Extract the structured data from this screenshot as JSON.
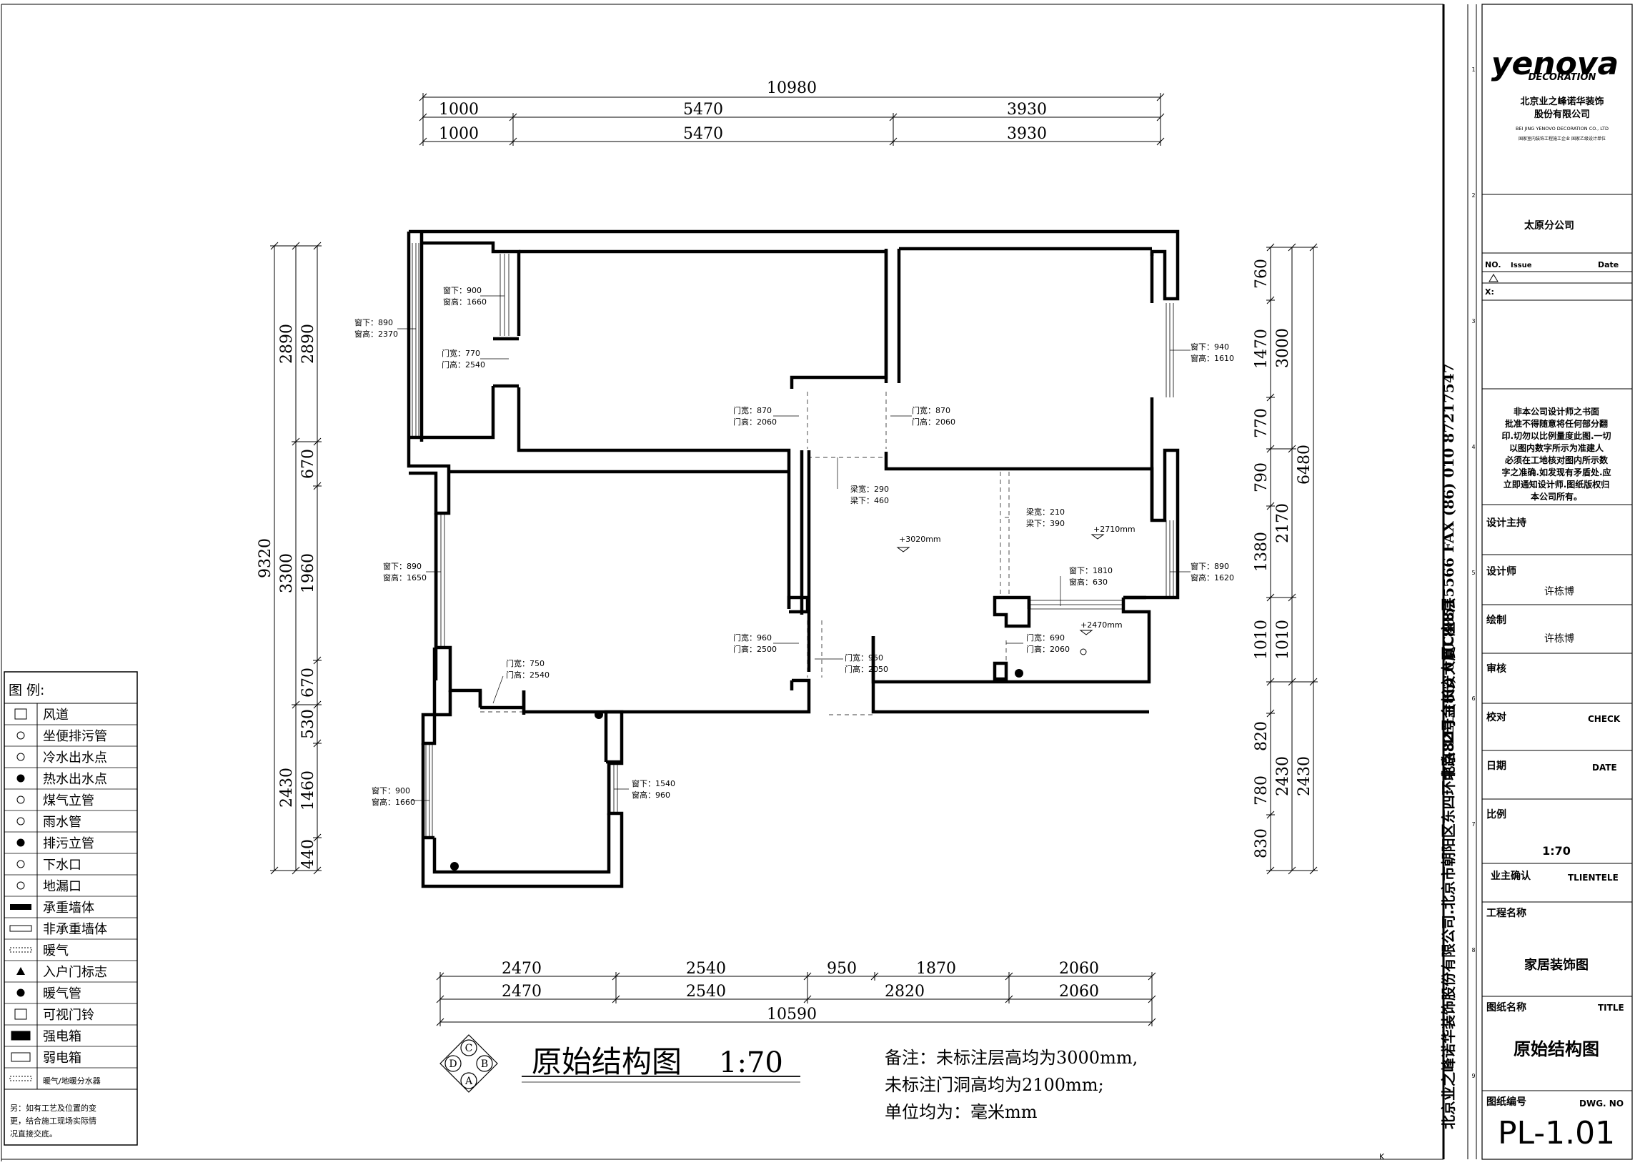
{
  "dims": {
    "top_total": "10980",
    "top_row1": [
      "1000",
      "5470",
      "3930"
    ],
    "top_row2": [
      "1000",
      "5470",
      "3930"
    ],
    "bottom_row1": [
      "2470",
      "2540",
      "950",
      "1870",
      "2060"
    ],
    "bottom_row2": [
      "2470",
      "2540",
      "2820",
      "2060"
    ],
    "bottom_total": "10590",
    "left_total": "9320",
    "left_mid": [
      "2890",
      "3300",
      "2430"
    ],
    "left_inner": [
      "2890",
      "670",
      "1960",
      "670",
      "530",
      "1460",
      "440"
    ],
    "right_inner": [
      "760",
      "1470",
      "770",
      "790",
      "1380",
      "1010",
      "820",
      "780",
      "830"
    ],
    "right_mid": [
      "3000",
      "2170",
      "1010",
      "2430"
    ],
    "right_outer": [
      "6480",
      "2430"
    ]
  },
  "annotations": {
    "w1_a": "窗下：890",
    "w1_b": "窗高：2370",
    "w2_a": "窗下：900",
    "w2_b": "窗高：1660",
    "d1_a": "门宽：770",
    "d1_b": "门高：2540",
    "w3_a": "窗下：940",
    "w3_b": "窗高：1610",
    "d2_a": "门宽：870",
    "d2_b": "门高：2060",
    "d3_a": "门宽：870",
    "d3_b": "门高：2060",
    "b1_a": "梁宽：290",
    "b1_b": "梁下：460",
    "b2_a": "梁宽：210",
    "b2_b": "梁下：390",
    "lvl1": "+3020mm",
    "lvl2": "+2710mm",
    "lvl3": "+2470mm",
    "w4_a": "窗下：890",
    "w4_b": "窗高：1650",
    "w5_a": "窗下：1810",
    "w5_b": "窗高：630",
    "w6_a": "窗下：890",
    "w6_b": "窗高：1620",
    "d4_a": "门宽：960",
    "d4_b": "门高：2500",
    "d5_a": "门宽：950",
    "d5_b": "门高：2050",
    "d6_a": "门宽：690",
    "d6_b": "门高：2060",
    "d7_a": "门宽：750",
    "d7_b": "门高：2540",
    "w7_a": "窗下：900",
    "w7_b": "窗高：1660",
    "w8_a": "窗下：1540",
    "w8_b": "窗高：960"
  },
  "legend": {
    "title": "图  例:",
    "items": [
      "风道",
      "坐便排污管",
      "冷水出水点",
      "热水出水点",
      "煤气立管",
      "雨水管",
      "排污立管",
      "下水口",
      "地漏口",
      "承重墙体",
      "非承重墙体",
      "暖气",
      "入户门标志",
      "暖气管",
      "可视门铃",
      "强电箱",
      "弱电箱",
      "暖气/地暖分水器"
    ],
    "footnote": [
      "另：如有工艺及位置的变",
      "更，结合施工现场实际情",
      "况直接交底。"
    ]
  },
  "drawing_title": {
    "name": "原始结构图",
    "scale": "1:70",
    "compass": [
      "C",
      "D",
      "B",
      "A"
    ]
  },
  "remarks": [
    "备注：未标注层高均为3000mm,",
    "未标注门洞高均为2100mm;",
    "单位均为：毫米mm"
  ],
  "vertical_strip": {
    "contact": "北京  TEL (86) 010 88515566   FAX (86) 010 87217547",
    "company": "北京业之峰诺华装饰股份有限公司.北京市朝阳区东四环中路82号金长安大厦C座8层"
  },
  "titleblock": {
    "logo_main": "yenova",
    "logo_sub": "DECORATION",
    "company_cn_1": "北京业之峰诺华装饰",
    "company_cn_2": "股份有限公司",
    "company_en": "BEI JING YENOVO DECORATION CO., LTD",
    "company_tag": "国家室内装饰工程施工企业 国家乙级设计单位",
    "branch": "太原分公司",
    "no_label": "NO.",
    "issue_label": "Issue",
    "date_label": "Date",
    "x_label": "X:",
    "notice": [
      "非本公司设计师之书面",
      "批准不得随意将任何部分翻",
      "印.切勿以比例量度此图.一切",
      "以图内数字所示为准建人",
      "必须在工地核对图内所示数",
      "字之准确.如发现有矛盾处.应",
      "立即通知设计师.图纸版权归",
      "本公司所有。"
    ],
    "design_lead": "设计主持",
    "designer_label": "设计师",
    "designer": "许栋博",
    "drawer_label": "绘制",
    "drawer": "许栋博",
    "review_label": "审核",
    "check_label": "校对",
    "check_en": "CHECK",
    "date_cn": "日期",
    "date_en": "DATE",
    "scale_label": "比例",
    "scale_value": "1:70",
    "owner_label": "业主确认",
    "owner_en": "TLIENTELE",
    "project_label": "工程名称",
    "project_value": "家居装饰图",
    "drawing_label": "图纸名称",
    "drawing_en": "TITLE",
    "drawing_value": "原始结构图",
    "number_label": "图纸编号",
    "number_en": "DWG. NO",
    "number_value": "PL-1.01"
  },
  "ruler_ticks": [
    "1",
    "2",
    "3",
    "4",
    "5",
    "6",
    "7",
    "8",
    "9"
  ],
  "sheet_mark": "K"
}
